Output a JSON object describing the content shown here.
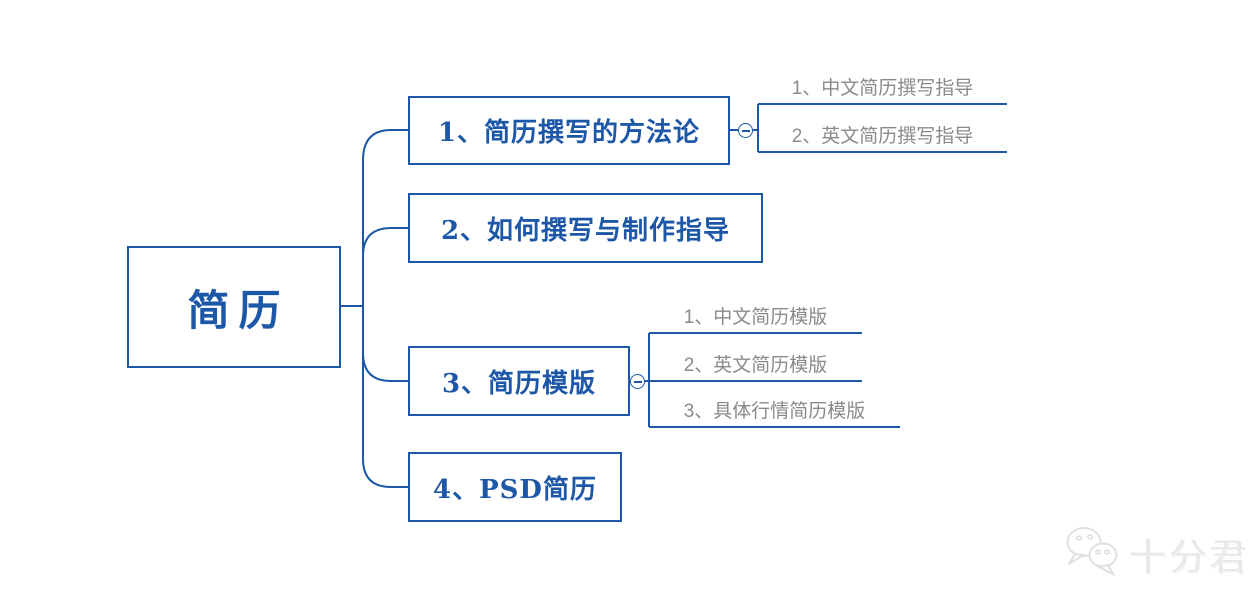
{
  "colors": {
    "line_blue": "#1d57a8",
    "subtopic_gray": "#8a8a8a",
    "watermark_gray": "#e9e9e9"
  },
  "mindmap": {
    "root": {
      "label": "简历"
    },
    "branches": [
      {
        "label": "1、简历撰写的方法论",
        "collapse_icon": "minus-circle-icon",
        "children": [
          {
            "label": "1、中文简历撰写指导"
          },
          {
            "label": "2、英文简历撰写指导"
          }
        ]
      },
      {
        "label": "2、如何撰写与制作指导",
        "children": []
      },
      {
        "label": "3、简历模版",
        "collapse_icon": "minus-circle-icon",
        "children": [
          {
            "label": "1、中文简历模版"
          },
          {
            "label": "2、英文简历模版"
          },
          {
            "label": "3、具体行情简历模版"
          }
        ]
      },
      {
        "label": "4、PSD简历",
        "children": []
      }
    ]
  },
  "watermark": {
    "label": "十分君",
    "icon": "wechat-icon"
  }
}
